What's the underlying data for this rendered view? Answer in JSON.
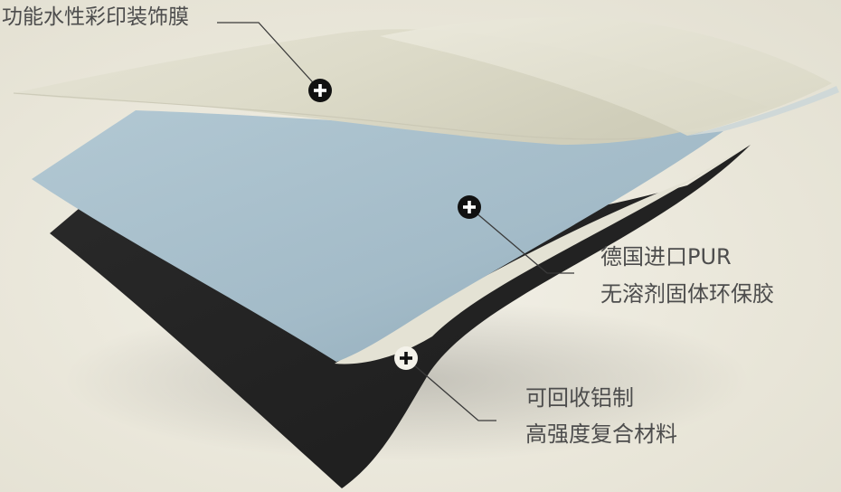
{
  "labels": {
    "top_layer": "功能水性彩印装饰膜",
    "adhesive_line1": "德国进口PUR",
    "adhesive_line2": "无溶剂固体环保胶",
    "base_line1": "可回收铝制",
    "base_line2": "高强度复合材料"
  },
  "colors": {
    "background": "#ece9dd",
    "decor_film": "#dcdac8",
    "adhesive_layer": "#a7bfcc",
    "base_layer": "#262626",
    "label_text": "#4d4d4d",
    "marker_fill": "#111111",
    "marker_fill_light": "#f4f2ea"
  },
  "markers": [
    {
      "name": "plus-marker-decor-film",
      "icon": "plus-circle-icon"
    },
    {
      "name": "plus-marker-adhesive",
      "icon": "plus-circle-icon"
    },
    {
      "name": "plus-marker-base",
      "icon": "plus-circle-icon"
    }
  ]
}
